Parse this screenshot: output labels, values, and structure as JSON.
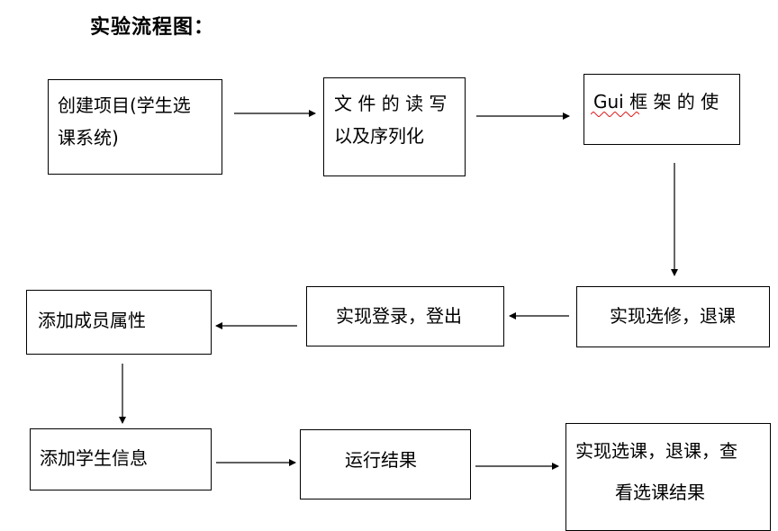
{
  "title": "实验流程图：",
  "nodes": {
    "n1": {
      "line1": "创建项目(学生选",
      "line2": "课系统)"
    },
    "n2": {
      "line1": "文 件 的 读 写",
      "line2": "以及序列化"
    },
    "n3": {
      "line1": "Gui 框 架 的 使"
    },
    "n4": {
      "line1": "实现选修，退课"
    },
    "n5": {
      "line1": "实现登录，登出"
    },
    "n6": {
      "line1": "添加成员属性"
    },
    "n7": {
      "line1": "添加学生信息"
    },
    "n8": {
      "line1": "运行结果"
    },
    "n9": {
      "line1": "实现选课，退课，查",
      "line2": "看选课结果"
    }
  },
  "edges": [
    {
      "from": "n1",
      "to": "n2"
    },
    {
      "from": "n2",
      "to": "n3"
    },
    {
      "from": "n3",
      "to": "n4"
    },
    {
      "from": "n4",
      "to": "n5"
    },
    {
      "from": "n5",
      "to": "n6"
    },
    {
      "from": "n6",
      "to": "n7"
    },
    {
      "from": "n7",
      "to": "n8"
    },
    {
      "from": "n8",
      "to": "n9"
    }
  ],
  "spellcheck_mark_color": "#e02020"
}
